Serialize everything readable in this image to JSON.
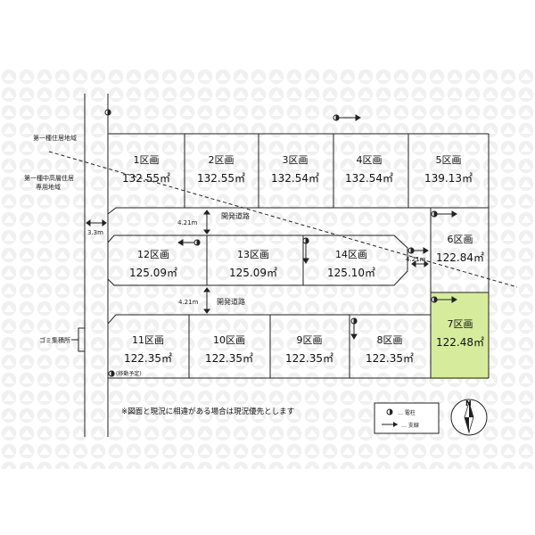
{
  "zones": {
    "residential_1": "第一種住居地域",
    "mid_high_residential_1": "第一種中高層住居\n専用地域"
  },
  "roads": {
    "width_left": "3.3m",
    "upper_width": "4.21m",
    "upper_label": "開発道路",
    "lower_width": "4.21m",
    "lower_label": "開発道路",
    "right_width": "4.21m"
  },
  "facilities": {
    "garbage": "ゴミ集積所",
    "pole_relocate": "(移動予定)"
  },
  "lots": [
    {
      "name": "1区画",
      "area": "132.55㎡"
    },
    {
      "name": "2区画",
      "area": "132.55㎡"
    },
    {
      "name": "3区画",
      "area": "132.54㎡"
    },
    {
      "name": "4区画",
      "area": "132.54㎡"
    },
    {
      "name": "5区画",
      "area": "139.13㎡"
    },
    {
      "name": "6区画",
      "area": "122.84㎡"
    },
    {
      "name": "7区画",
      "area": "122.48㎡"
    },
    {
      "name": "8区画",
      "area": "122.35㎡"
    },
    {
      "name": "9区画",
      "area": "122.35㎡"
    },
    {
      "name": "10区画",
      "area": "122.35㎡"
    },
    {
      "name": "11区画",
      "area": "122.35㎡"
    },
    {
      "name": "12区画",
      "area": "125.09㎡"
    },
    {
      "name": "13区画",
      "area": "125.09㎡"
    },
    {
      "name": "14区画",
      "area": "125.10㎡"
    }
  ],
  "highlighted_lot": "7区画",
  "highlight_color": "#d6ec9c",
  "note": "※図面と現況に相違がある場合は現況優先とします",
  "legend": {
    "pole": "… 電柱",
    "wire": "… 支線"
  },
  "compass": "N"
}
